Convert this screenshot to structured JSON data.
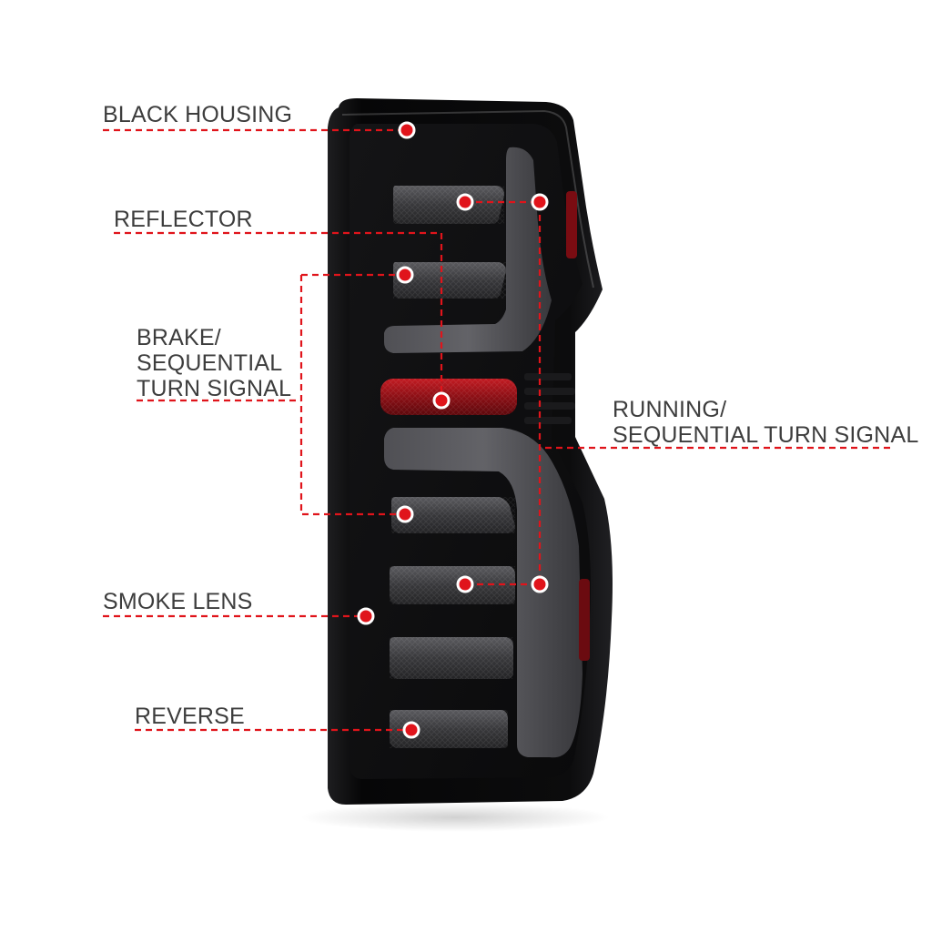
{
  "callouts": {
    "black_housing": [
      "BLACK HOUSING"
    ],
    "reflector": [
      "REFLECTOR"
    ],
    "brake_turn": [
      "BRAKE/",
      "SEQUENTIAL",
      "TURN SIGNAL"
    ],
    "smoke_lens": [
      "SMOKE LENS"
    ],
    "reverse": [
      "REVERSE"
    ],
    "running_turn": [
      "RUNNING/",
      "SEQUENTIAL TURN SIGNAL"
    ]
  },
  "colors": {
    "leader": "#e0141b",
    "label_text": "#3d3d3d",
    "housing": "#0b0b0c",
    "lightbar": "#4a4a4d",
    "reflector": "#9b1218",
    "led_strip": "#3b3b3e"
  },
  "icons": {
    "callout_marker": "red-dot-icon"
  }
}
